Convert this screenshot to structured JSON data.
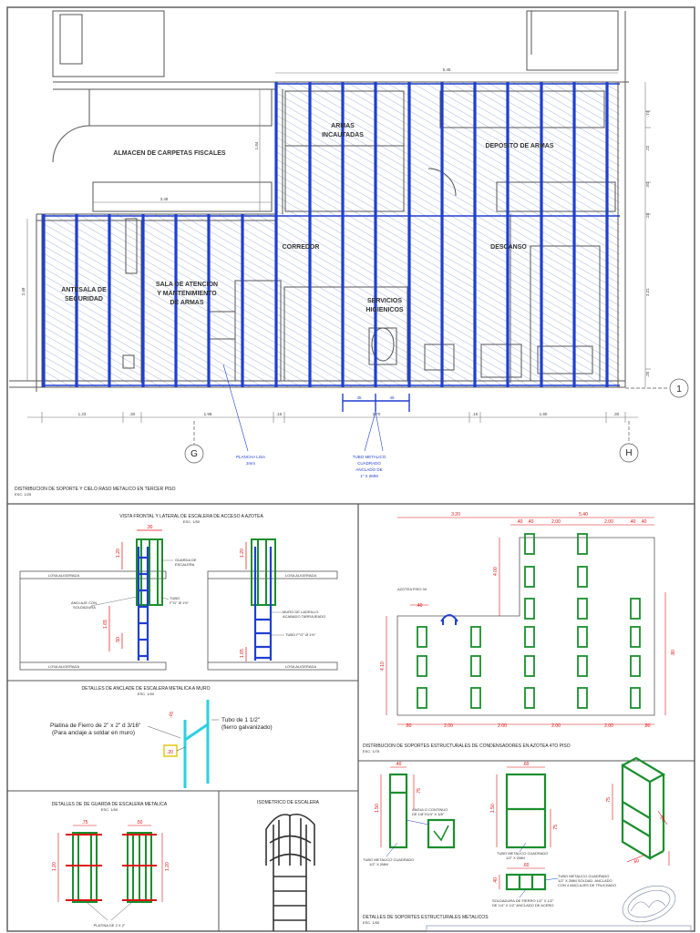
{
  "plan": {
    "rooms": {
      "almacen": "ALMACEN DE CARPETAS FISCALES",
      "armas1": "ARMAS",
      "armas2": "INCAUTADAS",
      "deposito": "DEPOSITO DE ARMAS",
      "corredor": "CORREDOR",
      "descanso": "DESCANSO",
      "antesala1": "ANTESALA DE",
      "antesala2": "SEGURIDAD",
      "sala1": "SALA DE ATENCION",
      "sala2": "Y MANTENIMIENTO",
      "sala3": "DE ARMAS",
      "servicios1": "SERVICIOS",
      "servicios2": "HIGIENICOS"
    },
    "dims": {
      "top": "5.45",
      "mid": "3.48",
      "left_v": "2.48",
      "inner_v": "1.84",
      "b1": "1.23",
      "b2": ".30",
      "b3": "1.98",
      "b4": ".16",
      "b5": "3.70",
      "b6": ".16",
      "b7": "1.90",
      "b8": ".30",
      "bb1": "45",
      "bb2": "45",
      "r1": ".74",
      "r2": ".22",
      "r3": ".81",
      "r4": ".24",
      "r5": "2.21",
      "r6": ".25"
    },
    "axes": {
      "g": "G",
      "h": "H",
      "one": "1"
    },
    "callout_plancha1": "PLANCHA LISA",
    "callout_plancha2": "2mm",
    "callout_tubo1": "TUBO METALICO",
    "callout_tubo2": "CUADRADO",
    "callout_tubo3": "ANCLADO DE",
    "callout_tubo4": "1\" X 2MM",
    "title": "DISTRIBUCION DE SOPORTE Y CIELO RASO METALICO EN TERCER PISO",
    "scale": "ESC. 1/25"
  },
  "stair": {
    "title": "VISTA FRONTAL Y LATERAL DE ESCALERA DE ACCESO A AZOTEA",
    "scale": "ESC. 1/50",
    "losa1": "LOSA ALIGERADA",
    "losa2": "LOSA ALIGERADA",
    "losa3": "LOSA ALIGERADA",
    "losa4": "LOSA ALIGERADA",
    "guarda1": "GUARDA DE",
    "guarda2": "ESCALERA",
    "anclaje1": "ANCLAJE CON",
    "anclaje2": "SOLDADURA",
    "tubo_a": "TUBO",
    "tubo_b": "F°G° Ø 1½\"",
    "muro1": "MURO DE LADRILLO",
    "muro2": "ACABADO TARRAJEADO",
    "tubo_c": "TUBO F°G° Ø 1½\"",
    "d1": ".30",
    "d2": "1.20",
    "d3": "1.65",
    "d4": ".50",
    "d5": "1.20",
    "d6": "1.65"
  },
  "anclaje": {
    "title": "DETALLES DE ANCLADE DE ESCALERA METALICA A MURO",
    "scale": "ESC. 1/50",
    "platina1": "Platina de Fierro de 2\" x 2\" d 3/16\"",
    "platina2": "(Para anclaje a soldar en muro)",
    "tubo1": "Tubo de 1 1/2\"",
    "tubo2": "(fierro galvanizado)",
    "r1": ".05",
    "r2": ".20"
  },
  "guarda": {
    "title": "DETALLES DE DE GUARDA DE ESCALERA METALICA",
    "scale": "ESC. 1/50",
    "platina": "PLATINA DE 2 X 2\"",
    "d1": ".75",
    "d2": ".50",
    "d3": "1.20",
    "d4": "1.20"
  },
  "iso": {
    "title": "ISOMETRICO DE ESCALERA"
  },
  "azotea": {
    "title": "DISTRIBUCION DE SOPORTES ESTRUCTURALES DE CONDENSADORES EN AZOTEA 4TO PISO",
    "scale": "ESC. 1/75",
    "label": "AZOTEA PISO 04",
    "t1": "3.20",
    "t2": "5.40",
    "t3": ".40",
    "t4": ".40",
    "t5": "2.00",
    "t6": "2.00",
    "t7": ".40",
    "t8": ".40",
    "b1": ".80",
    "b2": "2.00",
    "b3": "2.00",
    "b4": "2.00",
    "b5": "2.00",
    "b6": ".80",
    "left_v": "4.00",
    "left_v2": "4.10",
    "rv": ".80",
    "small": ".40"
  },
  "soportes": {
    "title": "DETALLES DE SOPORTES ESTRUCTURALES METALICOS",
    "scale": "ESC. 1/50",
    "d40": ".40",
    "d60": ".60",
    "d60b": ".60",
    "d150": "1.50",
    "d150b": "1.50",
    "d75": ".75",
    "d75b": ".75",
    "d75c": ".75",
    "d40b": ".40",
    "d20": ".20",
    "d60c": ".60",
    "n1": "ANGULO CONTINUO",
    "n2": "DE 1/8\"X1/4\" X 1/8\"",
    "n3": "TUBO METALICO CUADRADO",
    "n4": "1/2\" X 2MM",
    "n5": "TUBO METALICO CUADRADO",
    "n6": "1/2\" X 2MM",
    "n7": "TUBO METALICO CUADRADO",
    "n8": "1/2\" X 2MM SOLDAD. ANCLADO",
    "n9": "CON 4 ANCLAJES DE TRUCHADO",
    "n10": "SOLDADURA DE FIERRO 1/2\" X 1/2\"",
    "n11": "DE 1/4\" X 1/2\" ANCLADO DE ACERO"
  },
  "colors": {
    "accent": "#1f3fd0",
    "structure": "#1a8f2e",
    "hatch": "#6b87c9",
    "lines": "#444444"
  }
}
